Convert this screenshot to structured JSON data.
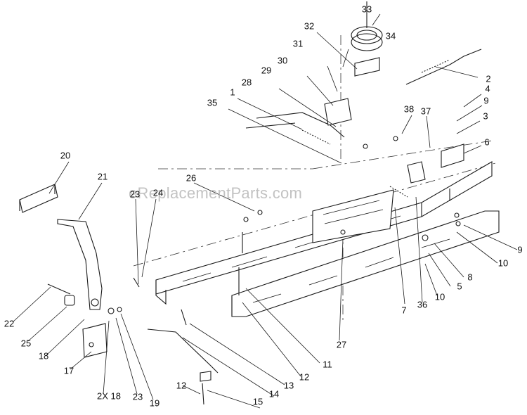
{
  "watermark": "eReplacementParts.com",
  "callouts": [
    {
      "id": "c33",
      "text": "33"
    },
    {
      "id": "c34",
      "text": "34"
    },
    {
      "id": "c32",
      "text": "32"
    },
    {
      "id": "c31",
      "text": "31"
    },
    {
      "id": "c30",
      "text": "30"
    },
    {
      "id": "c29",
      "text": "29"
    },
    {
      "id": "c28",
      "text": "28"
    },
    {
      "id": "c1",
      "text": "1"
    },
    {
      "id": "c35",
      "text": "35"
    },
    {
      "id": "c2",
      "text": "2"
    },
    {
      "id": "c4",
      "text": "4"
    },
    {
      "id": "c9a",
      "text": "9"
    },
    {
      "id": "c3",
      "text": "3"
    },
    {
      "id": "c6",
      "text": "6"
    },
    {
      "id": "c38",
      "text": "38"
    },
    {
      "id": "c37",
      "text": "37"
    },
    {
      "id": "c20",
      "text": "20"
    },
    {
      "id": "c21",
      "text": "21"
    },
    {
      "id": "c26",
      "text": "26"
    },
    {
      "id": "c23a",
      "text": "23"
    },
    {
      "id": "c24",
      "text": "24"
    },
    {
      "id": "c9b",
      "text": "9"
    },
    {
      "id": "c10a",
      "text": "10"
    },
    {
      "id": "c8",
      "text": "8"
    },
    {
      "id": "c5",
      "text": "5"
    },
    {
      "id": "c10b",
      "text": "10"
    },
    {
      "id": "c36",
      "text": "36"
    },
    {
      "id": "c7",
      "text": "7"
    },
    {
      "id": "c22",
      "text": "22"
    },
    {
      "id": "c25",
      "text": "25"
    },
    {
      "id": "c18a",
      "text": "18"
    },
    {
      "id": "c17",
      "text": "17"
    },
    {
      "id": "c27",
      "text": "27"
    },
    {
      "id": "c11",
      "text": "11"
    },
    {
      "id": "c12a",
      "text": "12"
    },
    {
      "id": "c13",
      "text": "13"
    },
    {
      "id": "c14",
      "text": "14"
    },
    {
      "id": "c2x18",
      "text": "2X 18"
    },
    {
      "id": "c23b",
      "text": "23"
    },
    {
      "id": "c19",
      "text": "19"
    },
    {
      "id": "c12b",
      "text": "12"
    },
    {
      "id": "c15",
      "text": "15"
    }
  ]
}
